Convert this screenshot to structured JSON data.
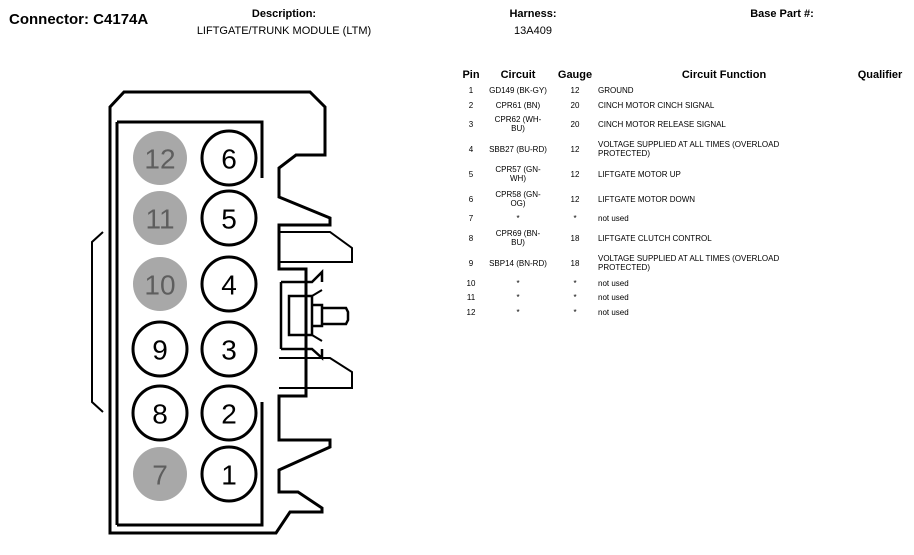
{
  "header": {
    "connector_label": "Connector:",
    "connector_id": "C4174A",
    "description_label": "Description:",
    "description_value": "LIFTGATE/TRUNK MODULE (LTM)",
    "harness_label": "Harness:",
    "harness_value": "13A409",
    "base_part_label": "Base Part #:"
  },
  "table": {
    "columns": [
      "Pin",
      "Circuit",
      "Gauge",
      "Circuit Function",
      "Qualifier"
    ],
    "rows": [
      {
        "pin": "1",
        "circuit": "GD149 (BK-GY)",
        "gauge": "12",
        "function": "GROUND"
      },
      {
        "pin": "2",
        "circuit": "CPR61 (BN)",
        "gauge": "20",
        "function": "CINCH MOTOR CINCH SIGNAL"
      },
      {
        "pin": "3",
        "circuit": "CPR62 (WH-BU)",
        "gauge": "20",
        "function": "CINCH MOTOR RELEASE SIGNAL"
      },
      {
        "pin": "4",
        "circuit": "SBB27 (BU-RD)",
        "gauge": "12",
        "function": "VOLTAGE SUPPLIED AT ALL TIMES (OVERLOAD PROTECTED)"
      },
      {
        "pin": "5",
        "circuit": "CPR57 (GN-WH)",
        "gauge": "12",
        "function": "LIFTGATE MOTOR UP"
      },
      {
        "pin": "6",
        "circuit": "CPR58 (GN-OG)",
        "gauge": "12",
        "function": "LIFTGATE MOTOR DOWN"
      },
      {
        "pin": "7",
        "circuit": "*",
        "gauge": "*",
        "function": "not used"
      },
      {
        "pin": "8",
        "circuit": "CPR69 (BN-BU)",
        "gauge": "18",
        "function": "LIFTGATE CLUTCH CONTROL"
      },
      {
        "pin": "9",
        "circuit": "SBP14 (BN-RD)",
        "gauge": "18",
        "function": "VOLTAGE SUPPLIED AT ALL TIMES (OVERLOAD PROTECTED)"
      },
      {
        "pin": "10",
        "circuit": "*",
        "gauge": "*",
        "function": "not used"
      },
      {
        "pin": "11",
        "circuit": "*",
        "gauge": "*",
        "function": "not used"
      },
      {
        "pin": "12",
        "circuit": "*",
        "gauge": "*",
        "function": "not used"
      }
    ]
  },
  "connector_face": {
    "pins": [
      {
        "number": "12",
        "used": false
      },
      {
        "number": "6",
        "used": true
      },
      {
        "number": "11",
        "used": false
      },
      {
        "number": "5",
        "used": true
      },
      {
        "number": "10",
        "used": false
      },
      {
        "number": "4",
        "used": true
      },
      {
        "number": "9",
        "used": true
      },
      {
        "number": "3",
        "used": true
      },
      {
        "number": "8",
        "used": true
      },
      {
        "number": "2",
        "used": true
      },
      {
        "number": "7",
        "used": false
      },
      {
        "number": "1",
        "used": true
      }
    ],
    "colors": {
      "unused_fill": "#a8a8a8",
      "unused_text": "#5e5e5e",
      "used_fill": "#ffffff",
      "outline": "#000000"
    }
  }
}
